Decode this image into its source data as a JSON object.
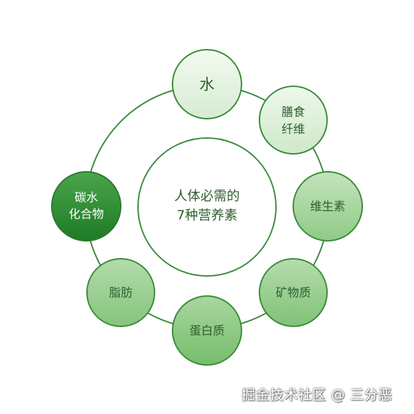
{
  "center": {
    "lines": [
      "人体必需的",
      "7种营养素"
    ]
  },
  "nodes": [
    {
      "id": "water",
      "lines": [
        "水"
      ],
      "highlighted": false
    },
    {
      "id": "dietary-fiber",
      "lines": [
        "膳食",
        "纤维"
      ],
      "highlighted": false
    },
    {
      "id": "vitamins",
      "lines": [
        "维生素"
      ],
      "highlighted": false
    },
    {
      "id": "minerals",
      "lines": [
        "矿物质"
      ],
      "highlighted": false
    },
    {
      "id": "protein",
      "lines": [
        "蛋白质"
      ],
      "highlighted": false
    },
    {
      "id": "fat",
      "lines": [
        "脂肪"
      ],
      "highlighted": false
    },
    {
      "id": "carbohydrates",
      "lines": [
        "碳水",
        "化合物"
      ],
      "highlighted": true
    }
  ],
  "watermark": "掘金技术社区 @ 三分恶",
  "colors": {
    "ring": "#3a8a3a",
    "center_fill": "#ffffff",
    "center_stroke": "#3a8a3a",
    "text": "#2f5f2f",
    "highlight_fill_top": "#43a047",
    "highlight_fill_bottom": "#1f7a27",
    "highlight_text": "#ffffff",
    "node_stroke": "#3a8a3a"
  }
}
